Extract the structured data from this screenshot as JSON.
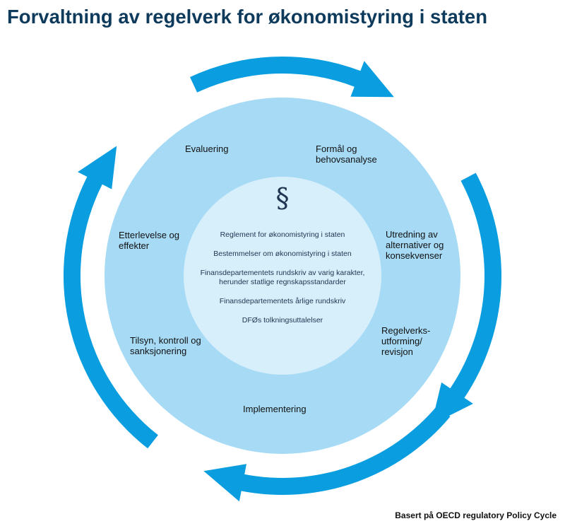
{
  "title": "Forvaltning av regelverk for økonomistyring i staten",
  "stages": {
    "evaluering": "Evaluering",
    "formal": [
      "Formål og",
      "behovsanalyse"
    ],
    "utredning": [
      "Utredning av",
      "alternativer og",
      "konsekvenser"
    ],
    "regelverk": [
      "Regelverks-",
      "utforming/",
      "revisjon"
    ],
    "implementering": "Implementering",
    "tilsyn": [
      "Tilsyn, kontroll og",
      "sanksjonering"
    ],
    "etterlevelse": [
      "Etterlevelse og",
      "effekter"
    ]
  },
  "center": {
    "symbol": "§",
    "items": [
      "Reglement for økonomistyring i staten",
      "Bestemmelser om økonomistyring i staten",
      "Finansdepartementets rundskriv av varig karakter,",
      "herunder statlige regnskapsstandarder",
      "Finansdepartementets årlige rundskriv",
      "DFØs tolkningsuttalelser"
    ]
  },
  "source": "Basert på OECD regulatory Policy Cycle",
  "colors": {
    "title": "#0e3a5c",
    "outer_ring": "#a6daf5",
    "inner_circle": "#d7eefb",
    "arrows": "#0a9ee0"
  }
}
